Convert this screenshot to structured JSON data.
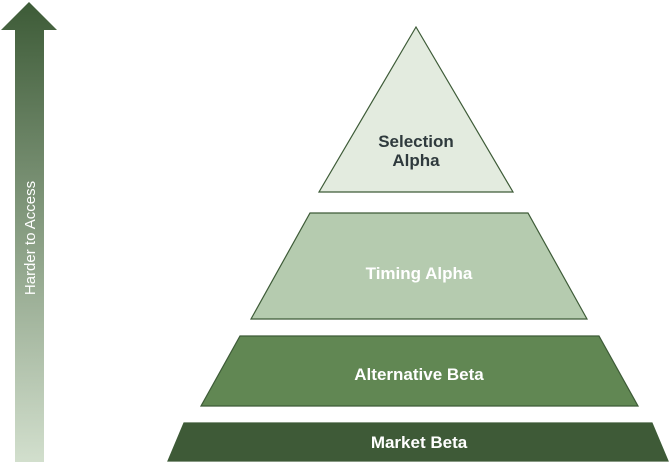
{
  "arrow": {
    "label": "Harder to Access",
    "color_top": "#3d5b37",
    "color_bottom": "#d2dfcd",
    "label_color": "#ffffff"
  },
  "pyramid": {
    "levels": [
      {
        "id": "selection-alpha",
        "label_line1": "Selection",
        "label_line2": "Alpha",
        "fill": "#e3ebdf",
        "stroke": "#3d5b37",
        "text_color": "#2f3a3d"
      },
      {
        "id": "timing-alpha",
        "label": "Timing Alpha",
        "fill": "#b5cbaf",
        "stroke": "#3d5b37",
        "text_color": "#ffffff"
      },
      {
        "id": "alternative-beta",
        "label": "Alternative Beta",
        "fill": "#618753",
        "stroke": "#3d5b37",
        "text_color": "#ffffff"
      },
      {
        "id": "market-beta",
        "label": "Market Beta",
        "fill": "#3e5a37",
        "stroke": "#3d5b37",
        "text_color": "#ffffff"
      }
    ]
  }
}
